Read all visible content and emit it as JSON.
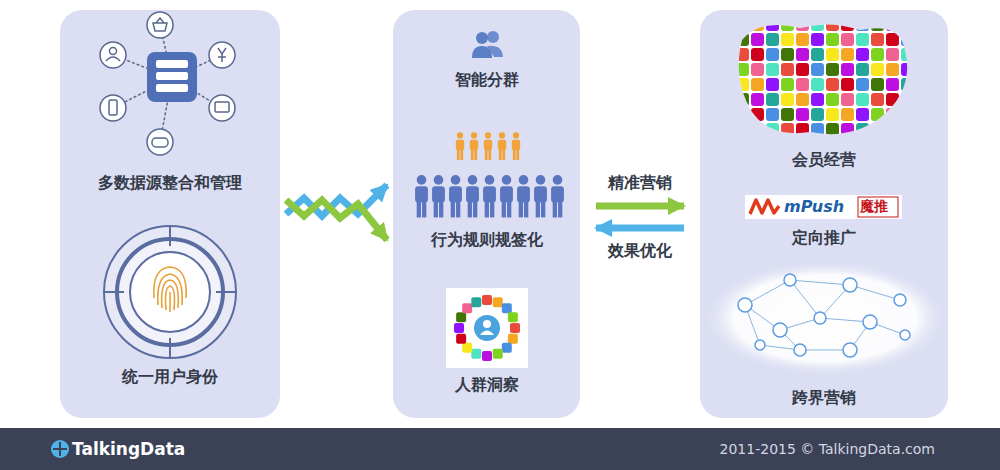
{
  "diagram": {
    "nodes": [
      {
        "text": [
          "多数据源整合和管理"
        ]
      },
      {
        "text": [
          "统一用户身份"
        ]
      },
      {
        "text": [
          "智能分群"
        ]
      },
      {
        "text": [
          "行为规则规签化"
        ]
      },
      {
        "text": [
          "人群洞察"
        ]
      },
      {
        "text": [
          "会员经营"
        ]
      },
      {
        "text": [
          "定向推广"
        ]
      },
      {
        "text": [
          "跨界营销"
        ]
      }
    ],
    "edges": [
      {
        "from": 0,
        "to": 3,
        "arrow": "to"
      },
      {
        "from": 0,
        "to": 3,
        "arrow": "to"
      },
      {
        "from": 3,
        "to": 6,
        "label": "精准营销",
        "arrow": "to"
      },
      {
        "from": 6,
        "to": 3,
        "label": "效果优化",
        "arrow": "to"
      }
    ],
    "labels": [
      "mPush",
      "魔推",
      "TalkingData",
      "2011-2015 © TalkingData.com"
    ]
  }
}
